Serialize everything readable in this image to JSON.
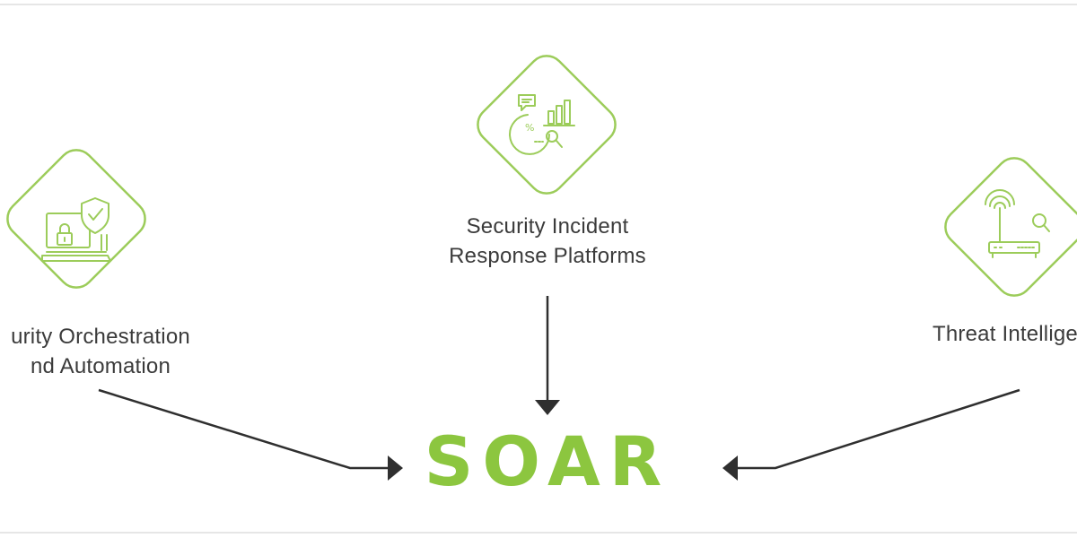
{
  "nodes": {
    "left": {
      "icon": "laptop-shield-lock-icon",
      "label_line1": "urity Orchestration",
      "label_line2": "nd Automation"
    },
    "center": {
      "icon": "analytics-magnifier-icon",
      "label_line1": "Security Incident",
      "label_line2": "Response Platforms"
    },
    "right": {
      "icon": "router-search-icon",
      "label_line1": "Threat Intellige"
    }
  },
  "hub": {
    "label": "SOAR"
  },
  "colors": {
    "accent_green": "#8cc63f",
    "icon_green": "#9ccc5a",
    "text": "#3b3b3b",
    "arrow": "#2f2f2f"
  }
}
